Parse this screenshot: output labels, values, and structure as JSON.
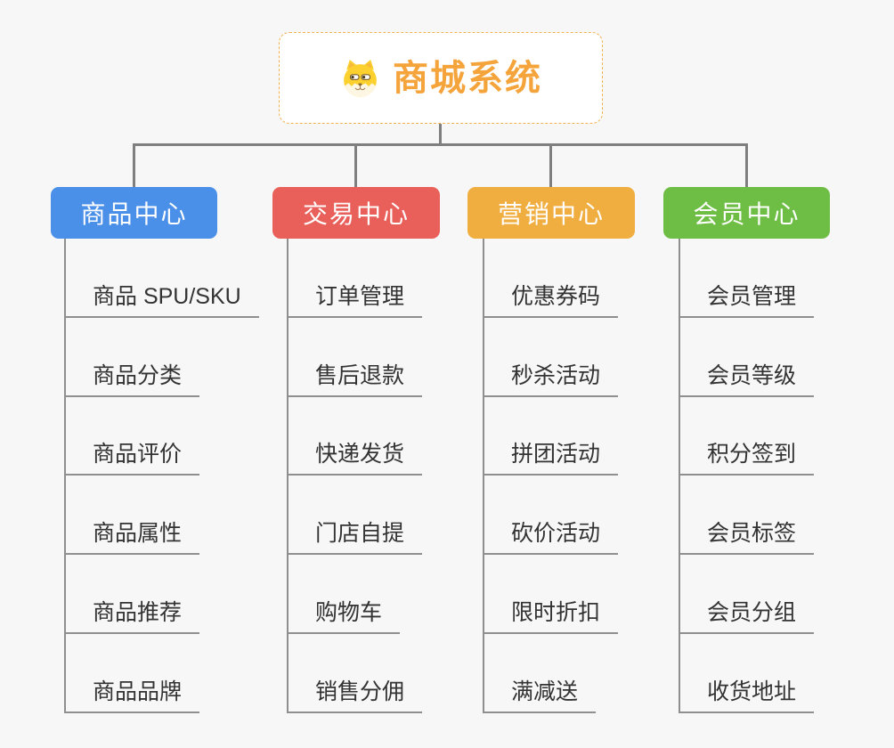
{
  "canvas": {
    "background": "#f7f7f7",
    "connector_color": "#7f7f7f",
    "leaf_line_color": "#8f8f8f",
    "leaf_text_color": "#333333"
  },
  "root": {
    "title": "商城系统",
    "title_color": "#f5a43b",
    "border_color": "#f2b14e",
    "icon": "shiba-dog-icon"
  },
  "branches": [
    {
      "label": "商品中心",
      "color": "#4a8fe8",
      "children": [
        "商品 SPU/SKU",
        "商品分类",
        "商品评价",
        "商品属性",
        "商品推荐",
        "商品品牌"
      ]
    },
    {
      "label": "交易中心",
      "color": "#e95f59",
      "children": [
        "订单管理",
        "售后退款",
        "快递发货",
        "门店自提",
        "购物车",
        "销售分佣"
      ]
    },
    {
      "label": "营销中心",
      "color": "#efae3f",
      "children": [
        "优惠券码",
        "秒杀活动",
        "拼团活动",
        "砍价活动",
        "限时折扣",
        "满减送"
      ]
    },
    {
      "label": "会员中心",
      "color": "#6ebe46",
      "children": [
        "会员管理",
        "会员等级",
        "积分签到",
        "会员标签",
        "会员分组",
        "收货地址"
      ]
    }
  ]
}
